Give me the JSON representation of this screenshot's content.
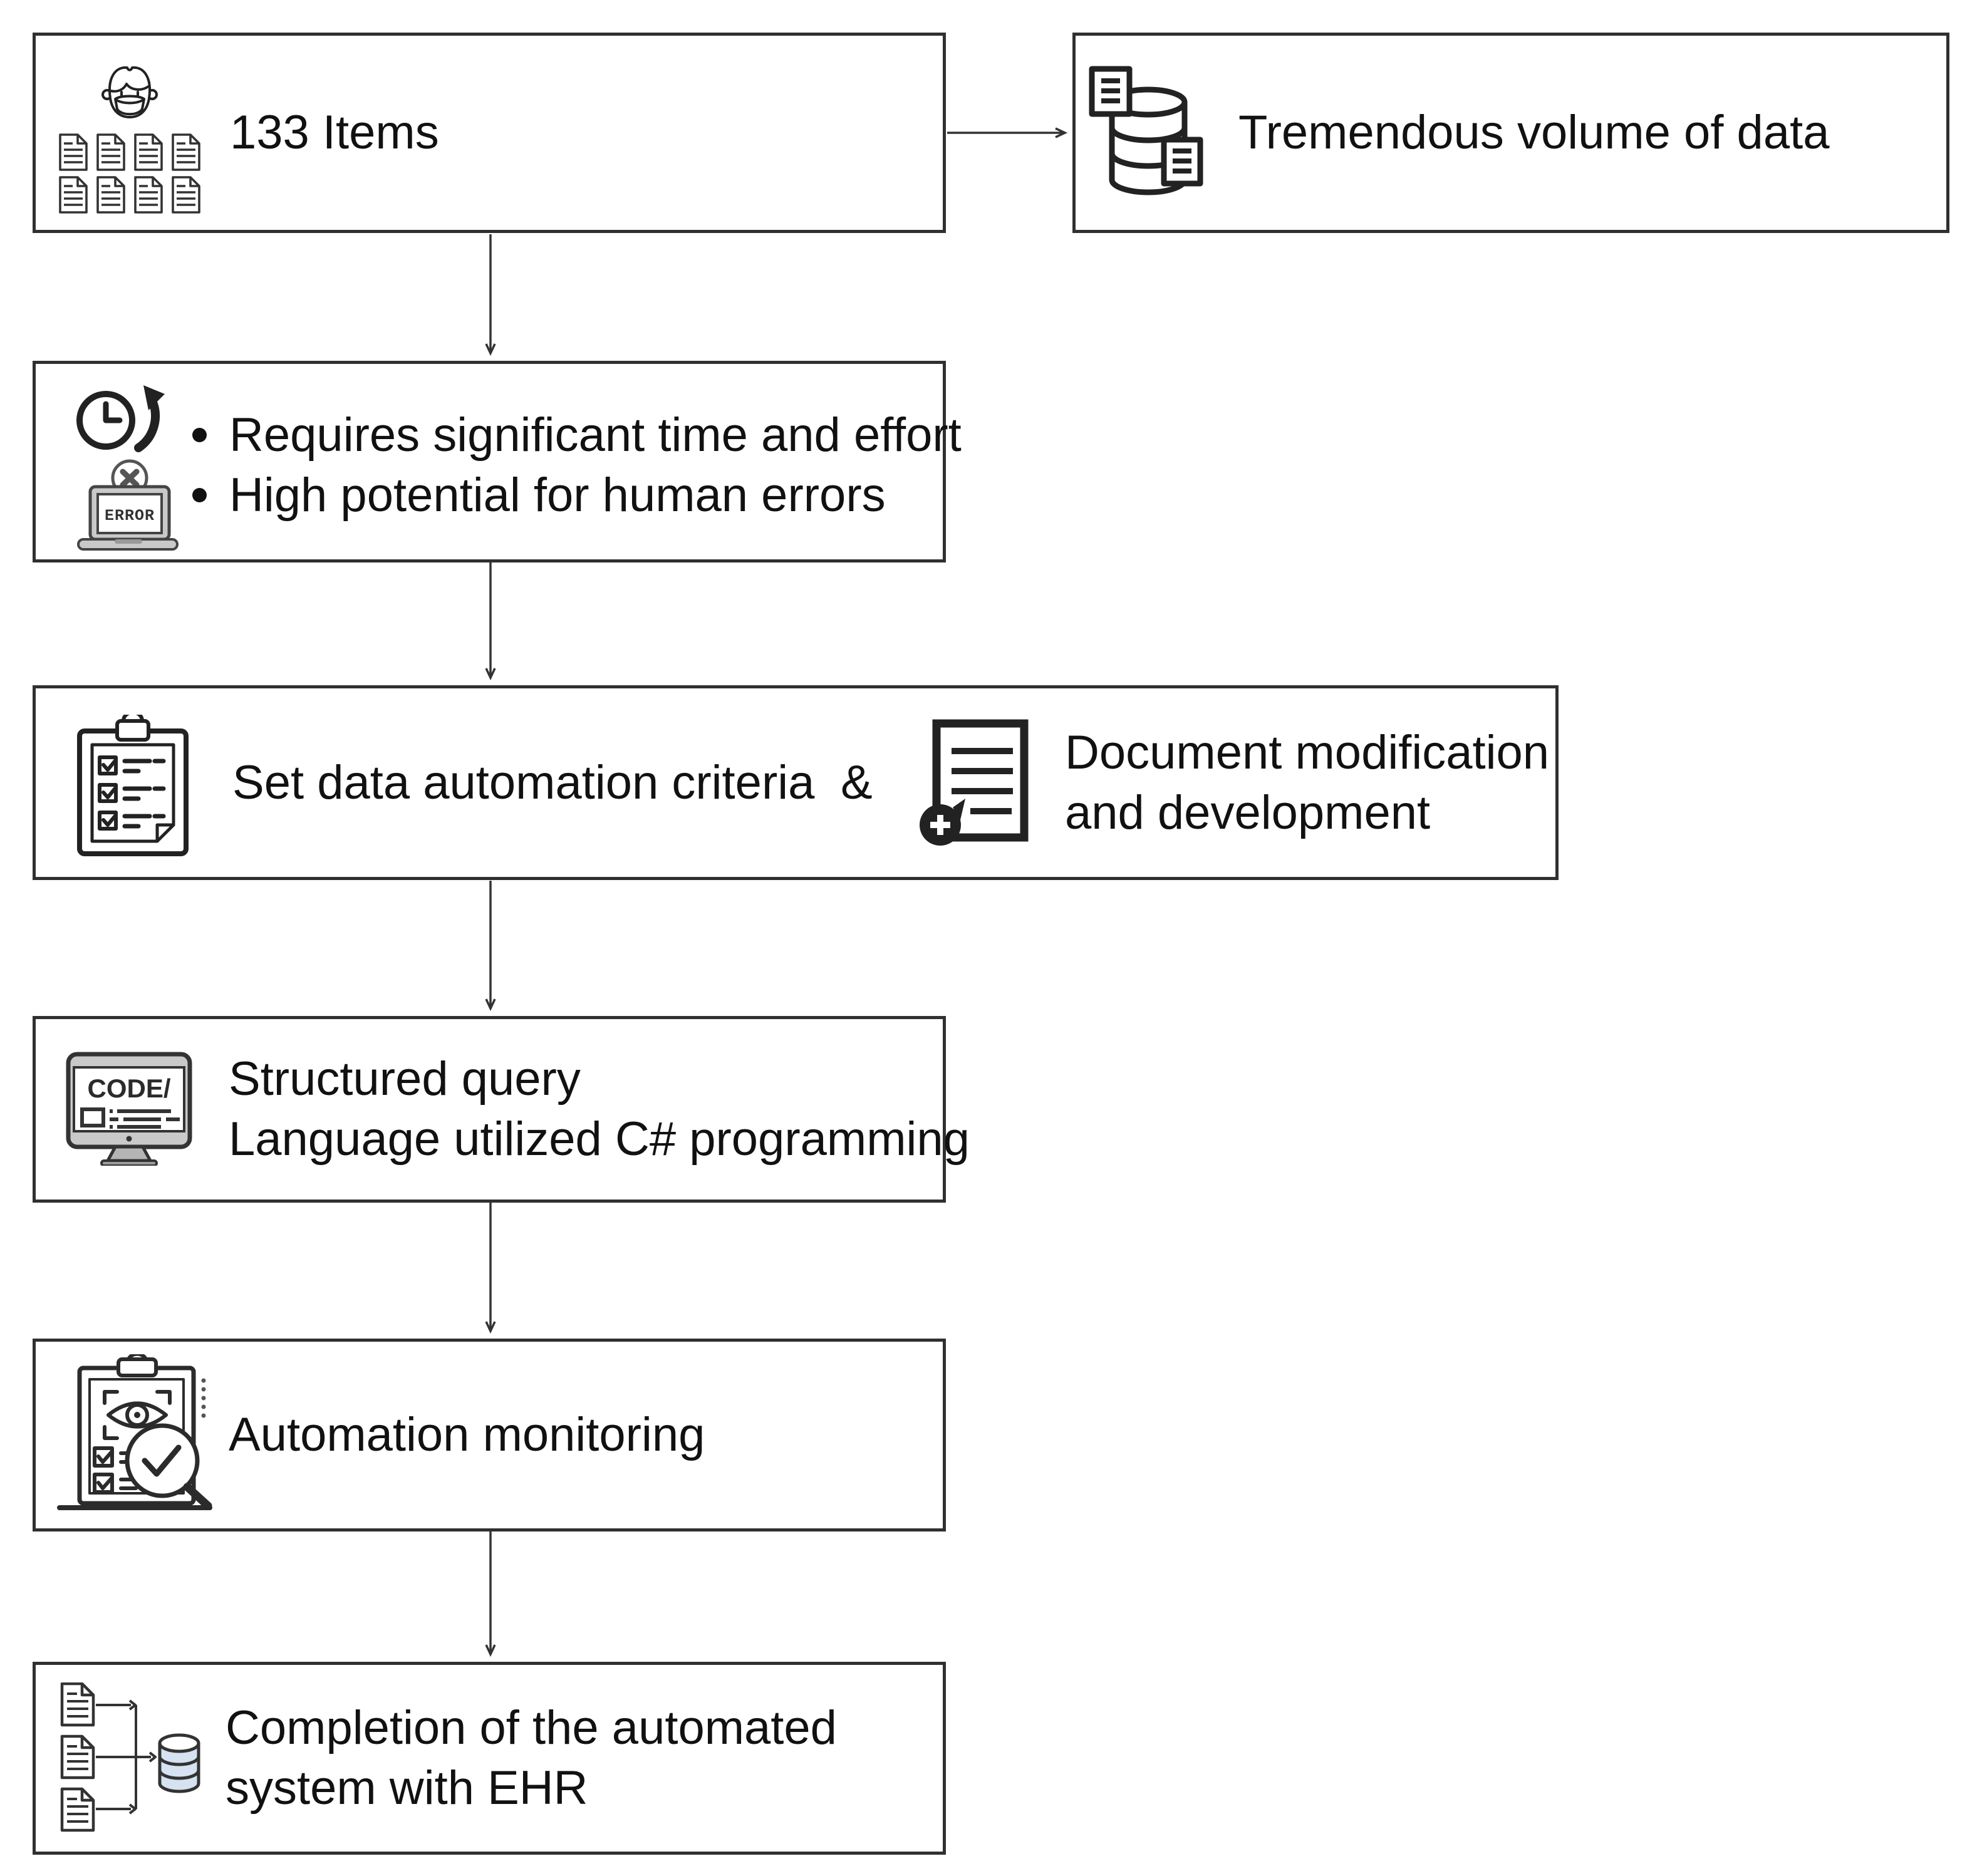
{
  "diagram": {
    "boxes": {
      "items": {
        "label": "133 Items"
      },
      "volume": {
        "label": "Tremendous volume of data"
      },
      "manual": {
        "bullets": [
          "Requires significant time and effort",
          "High potential for human errors"
        ]
      },
      "criteria": {
        "left_label": "Set data automation criteria",
        "connector": "&",
        "right_line1": "Document modification",
        "right_line2": "and development"
      },
      "query": {
        "line1": "Structured query",
        "line2": "Language utilized C# programming"
      },
      "monitoring": {
        "label": "Automation monitoring"
      },
      "completion": {
        "line1": "Completion of the automated",
        "line2": "system with EHR"
      }
    },
    "icon_text": {
      "error": "ERROR",
      "code": "CODE/"
    },
    "colors": {
      "box_border": "#303030",
      "text": "#111111",
      "arrow": "#333333",
      "database_fill": "#d6e2f1",
      "device_gray": "#c9c9c9"
    }
  }
}
